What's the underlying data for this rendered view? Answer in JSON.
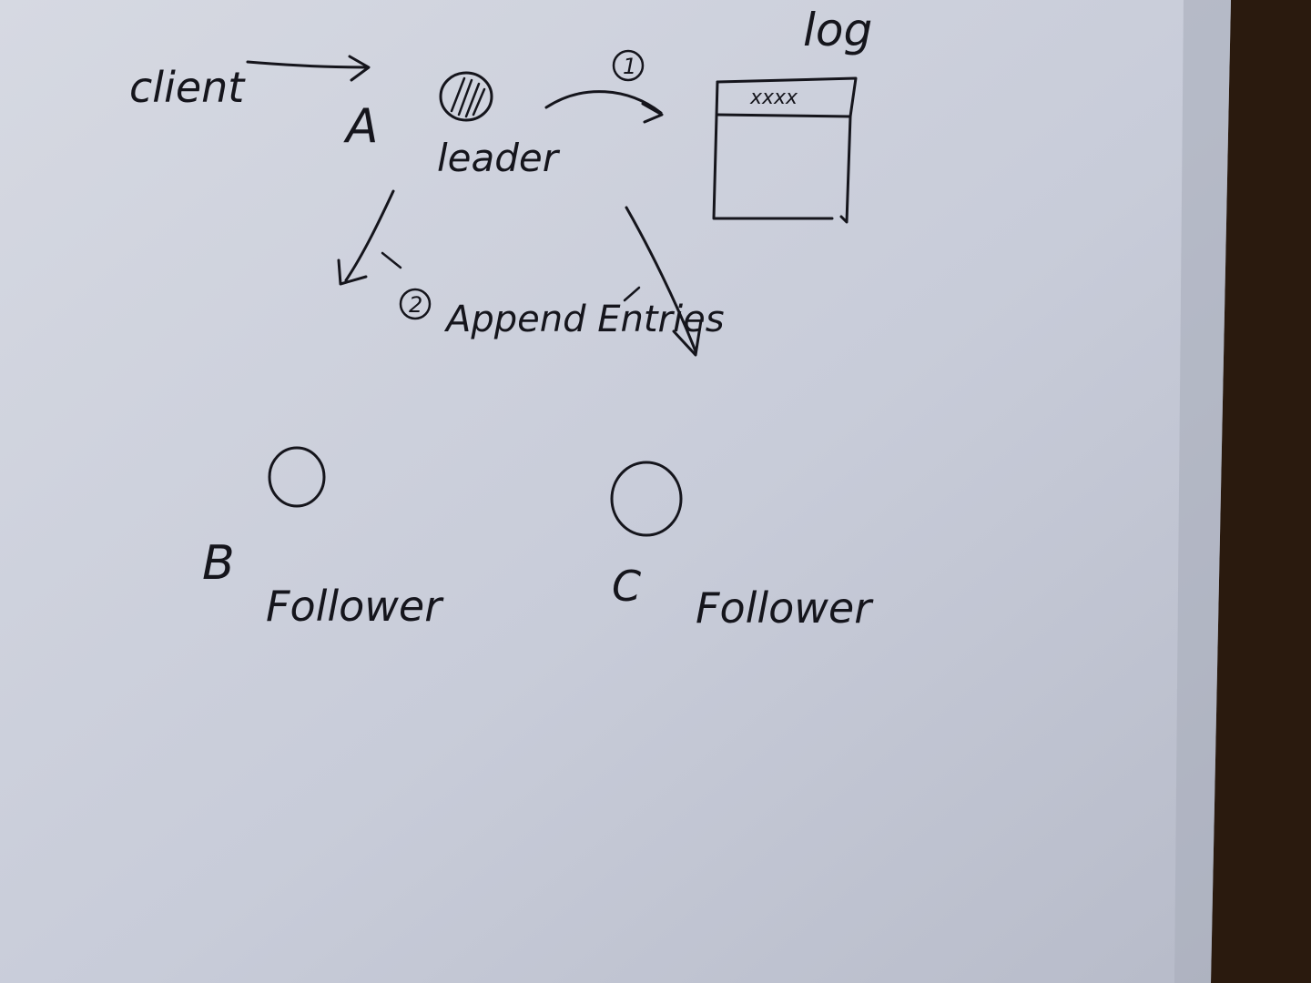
{
  "colors": {
    "paper": "#c9cdd9",
    "paper_light": "#dadde6",
    "ink": "#15151c",
    "background": "#2a1a0e"
  },
  "labels": {
    "client": "client",
    "node_a": "A",
    "leader": "leader",
    "log": "log",
    "log_entry": "xxxx",
    "step_one": "1",
    "step_two": "2",
    "append_entries": "Append Entries",
    "node_b": "B",
    "follower_b": "Follower",
    "node_c": "C",
    "follower_c": "Follower"
  }
}
